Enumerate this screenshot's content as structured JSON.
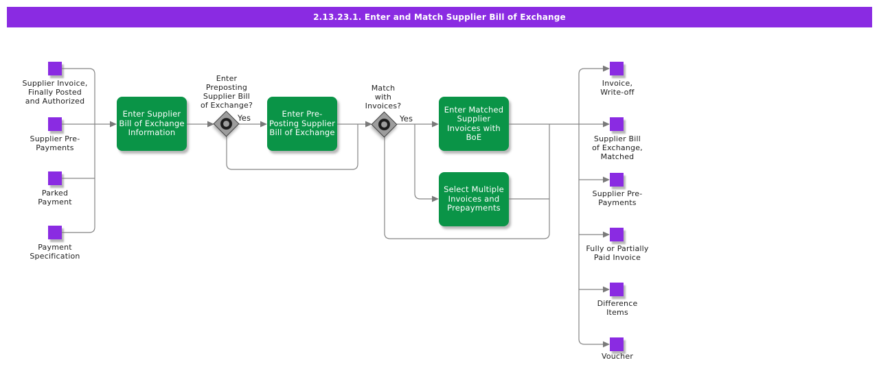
{
  "title": "2.13.23.1. Enter and Match Supplier Bill of Exchange",
  "colors": {
    "banner": "#8a2be2",
    "artifact": "#8a2be2",
    "task": "#0a9447",
    "connector": "#848484",
    "arrowhead": "#7a7a7a",
    "decision_fill": "#9d9d9d"
  },
  "inputs": [
    {
      "label": "Supplier Invoice,\nFinally Posted\nand Authorized"
    },
    {
      "label": "Supplier Pre-\nPayments"
    },
    {
      "label": "Parked\nPayment"
    },
    {
      "label": "Payment\nSpecification"
    }
  ],
  "tasks": [
    {
      "label": "Enter Supplier\nBill of Exchange\nInformation"
    },
    {
      "label": "Enter Pre-\nPosting Supplier\nBill of Exchange"
    },
    {
      "label": "Enter Matched\nSupplier\nInvoices with\nBoE"
    },
    {
      "label": "Select Multiple\nInvoices and\nPrepayments"
    }
  ],
  "decisions": [
    {
      "question": "Enter\nPreposting\nSupplier Bill\nof Exchange?",
      "branch_label": "Yes"
    },
    {
      "question": "Match\nwith\nInvoices?",
      "branch_label": "Yes"
    }
  ],
  "outputs": [
    {
      "label": "Invoice,\nWrite-off"
    },
    {
      "label": "Supplier Bill\nof Exchange,\nMatched"
    },
    {
      "label": "Supplier Pre-\nPayments"
    },
    {
      "label": "Fully or Partially\nPaid Invoice"
    },
    {
      "label": "Difference\nItems"
    },
    {
      "label": "Voucher"
    }
  ]
}
